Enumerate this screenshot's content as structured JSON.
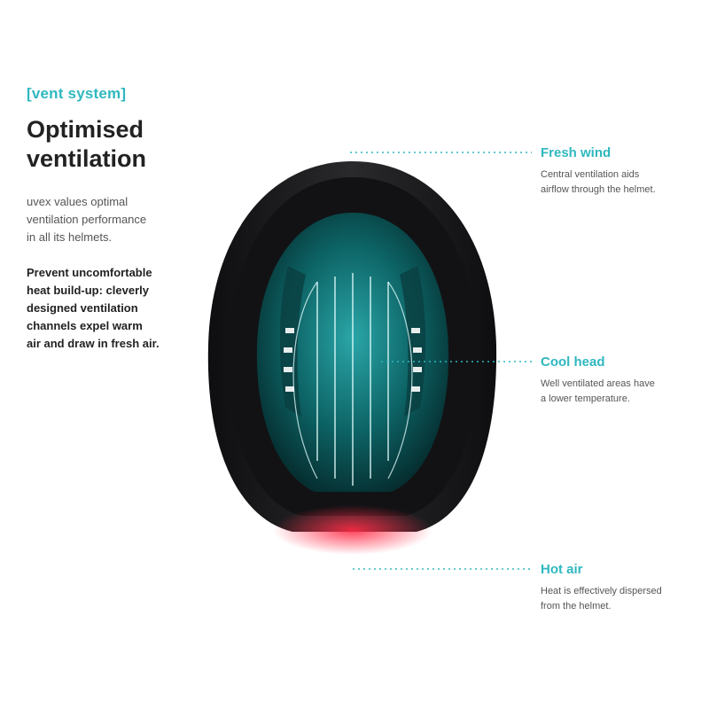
{
  "left": {
    "tag": "[vent system]",
    "headline": "Optimised\nventilation",
    "intro": "uvex values optimal\nventilation performance\nin all its helmets.",
    "bold_text": "Prevent uncomfortable\nheat build-up: cleverly\ndesigned ventilation\nchannels expel warm\nair and draw in fresh air."
  },
  "callouts": {
    "fresh_wind": {
      "title": "Fresh wind",
      "text": "Central ventilation aids\nairflow through the helmet."
    },
    "cool_head": {
      "title": "Cool head",
      "text": "Well ventilated areas have\na lower temperature."
    },
    "hot_air": {
      "title": "Hot air",
      "text": "Heat is effectively dispersed\nfrom the helmet."
    }
  },
  "colors": {
    "accent": "#2fb8bf",
    "hot": "#e0223a",
    "helmet": "#1c1c1e",
    "interior": "#0f6e70"
  }
}
